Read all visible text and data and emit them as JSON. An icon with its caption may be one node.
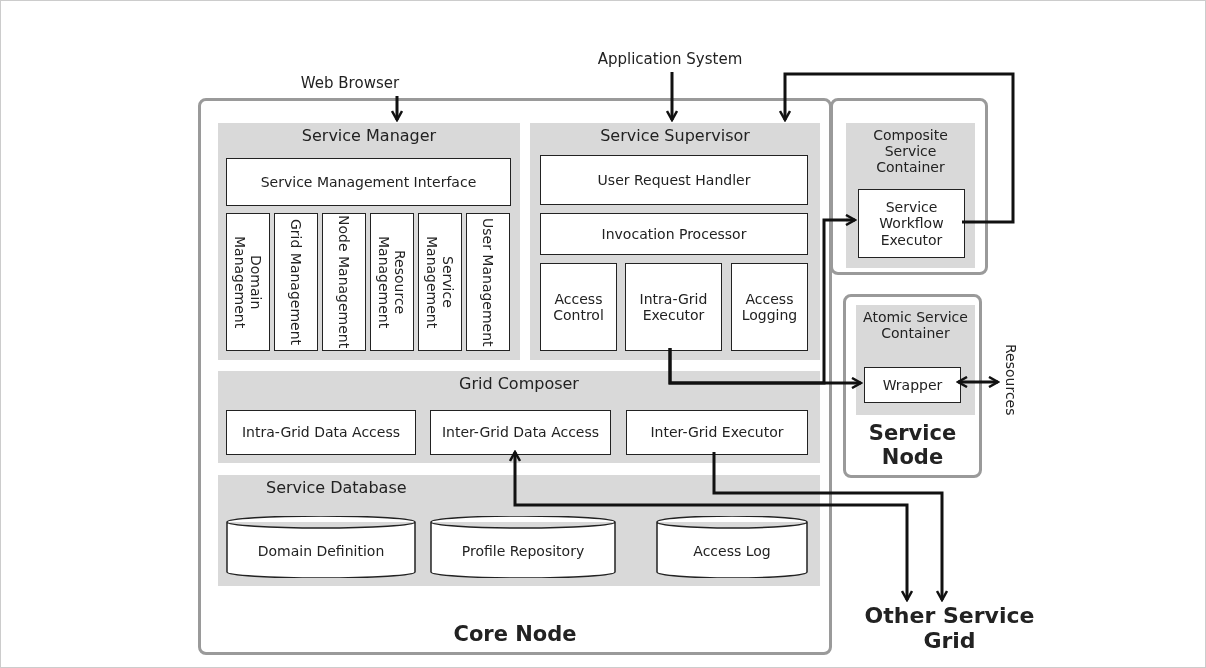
{
  "diagram": {
    "nodes": [
      {
        "text": [
          "Web Browser"
        ]
      },
      {
        "text": [
          "Application System"
        ]
      },
      {
        "text": [
          "Core Node"
        ]
      },
      {
        "text": [
          "Service Manager"
        ],
        "in": 2
      },
      {
        "text": [
          "Service Management Interface"
        ],
        "in": 3
      },
      {
        "text": [
          "Domain Management"
        ],
        "in": 3
      },
      {
        "text": [
          "Grid Management"
        ],
        "in": 3
      },
      {
        "text": [
          "Node Management"
        ],
        "in": 3
      },
      {
        "text": [
          "Resource Management"
        ],
        "in": 3
      },
      {
        "text": [
          "Service Management"
        ],
        "in": 3
      },
      {
        "text": [
          "User Management"
        ],
        "in": 3
      },
      {
        "text": [
          "Service Supervisor"
        ],
        "in": 2
      },
      {
        "text": [
          "User Request Handler"
        ],
        "in": 11
      },
      {
        "text": [
          "Invocation Processor"
        ],
        "in": 11
      },
      {
        "text": [
          "Access Control"
        ],
        "in": 11
      },
      {
        "text": [
          "Intra-Grid Executor"
        ],
        "in": 11
      },
      {
        "text": [
          "Access Logging"
        ],
        "in": 11
      },
      {
        "text": [
          "Grid Composer"
        ],
        "in": 2
      },
      {
        "text": [
          "Intra-Grid Data Access"
        ],
        "in": 17
      },
      {
        "text": [
          "Inter-Grid Data Access"
        ],
        "in": 17
      },
      {
        "text": [
          "Inter-Grid Executor"
        ],
        "in": 17
      },
      {
        "text": [
          "Service Database"
        ],
        "in": 2
      },
      {
        "text": [
          "Domain Definition"
        ],
        "in": 21
      },
      {
        "text": [
          "Profile Repository"
        ],
        "in": 21
      },
      {
        "text": [
          "Access Log"
        ],
        "in": 21
      },
      {
        "text": [],
        "shape": "box"
      },
      {
        "text": [
          "Composite Service Container"
        ],
        "in": 25
      },
      {
        "text": [
          "Service Workflow Executor"
        ],
        "in": 26
      },
      {
        "text": [
          "Service Node"
        ]
      },
      {
        "text": [
          "Atomic Service Container"
        ],
        "in": 28
      },
      {
        "text": [
          "Wrapper"
        ],
        "in": 29
      },
      {
        "text": [
          "Resources"
        ]
      },
      {
        "text": [
          "Other Service Grid"
        ]
      }
    ],
    "edges": [
      {
        "from": 0,
        "to": 3,
        "arrow": "to"
      },
      {
        "from": 1,
        "to": 11,
        "arrow": "to"
      },
      {
        "from": 27,
        "to": 11,
        "arrow": "to"
      },
      {
        "from": 15,
        "to": 30,
        "arrow": "to"
      },
      {
        "from": 15,
        "to": 27,
        "arrow": "to"
      },
      {
        "from": 30,
        "to": 31,
        "arrow": "both"
      },
      {
        "from": 19,
        "to": 32,
        "arrow": "both"
      },
      {
        "from": 20,
        "to": 32,
        "arrow": "to"
      }
    ]
  }
}
